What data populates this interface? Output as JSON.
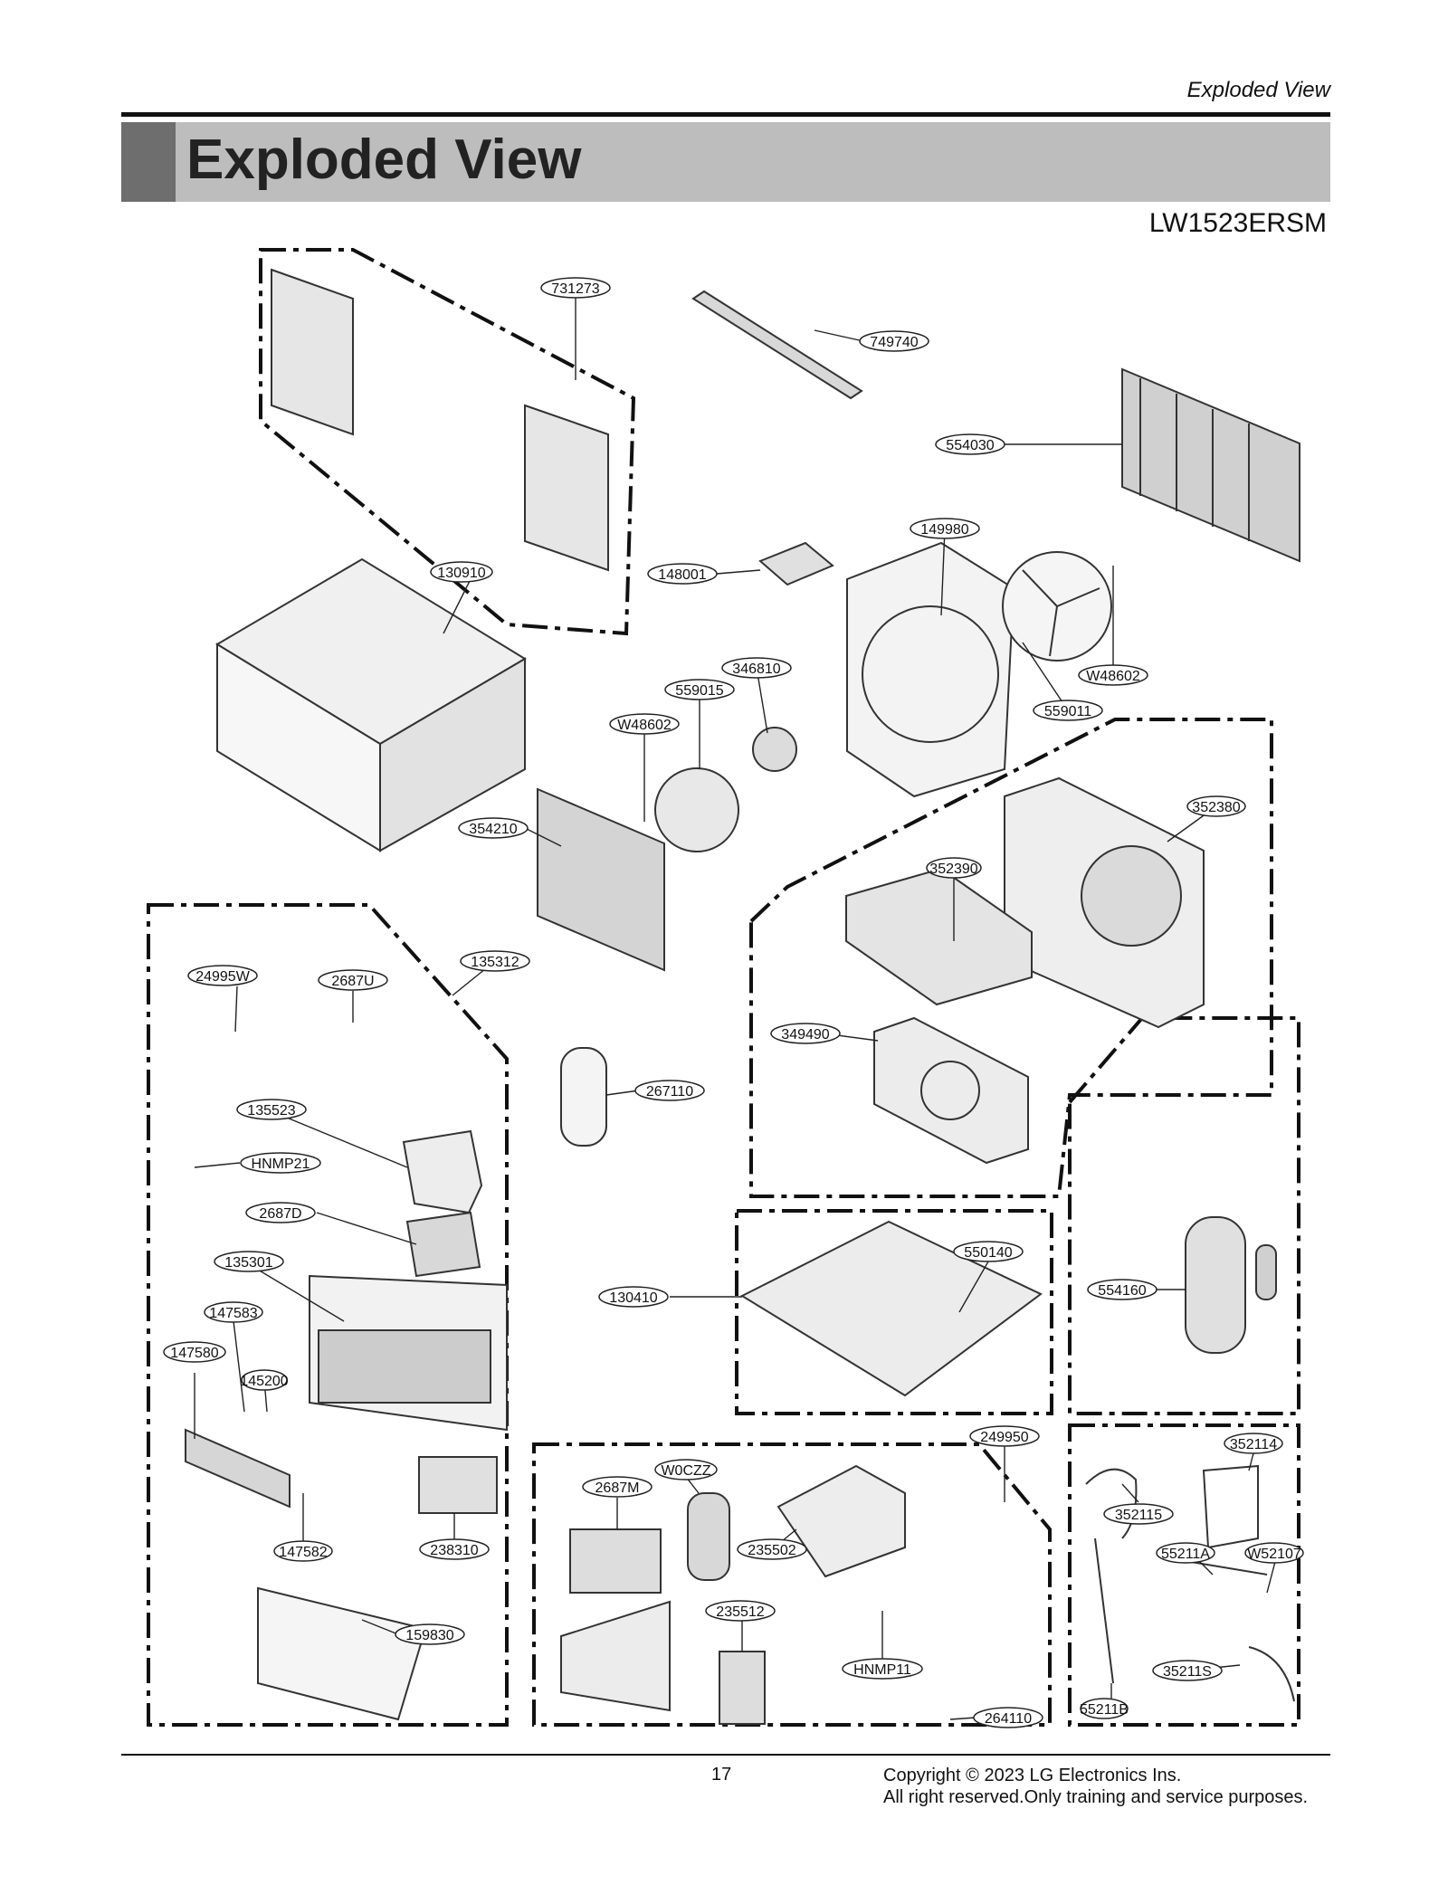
{
  "header": {
    "running_title": "Exploded View",
    "section_title": "Exploded View",
    "model": "LW1523ERSM"
  },
  "parts": [
    "731273",
    "749740",
    "554030",
    "149980",
    "148001",
    "130910",
    "346810",
    "559015",
    "W48602",
    "559011",
    "W48602",
    "352380",
    "352390",
    "354210",
    "135312",
    "24995W",
    "2687U",
    "349490",
    "267110",
    "135523",
    "HNMP21",
    "2687D",
    "135301",
    "550140",
    "130410",
    "554160",
    "147583",
    "147580",
    "145200",
    "249950",
    "352114",
    "W0CZZ",
    "2687M",
    "352115",
    "55211A",
    "W52107",
    "235502",
    "147582",
    "238310",
    "235512",
    "159830",
    "HNMP11",
    "35211S",
    "55211B",
    "264110"
  ],
  "footer": {
    "page_number": "17",
    "copyright_line1": "Copyright © 2023 LG Electronics Ins.",
    "copyright_line2": "All right reserved.Only training and service purposes."
  }
}
